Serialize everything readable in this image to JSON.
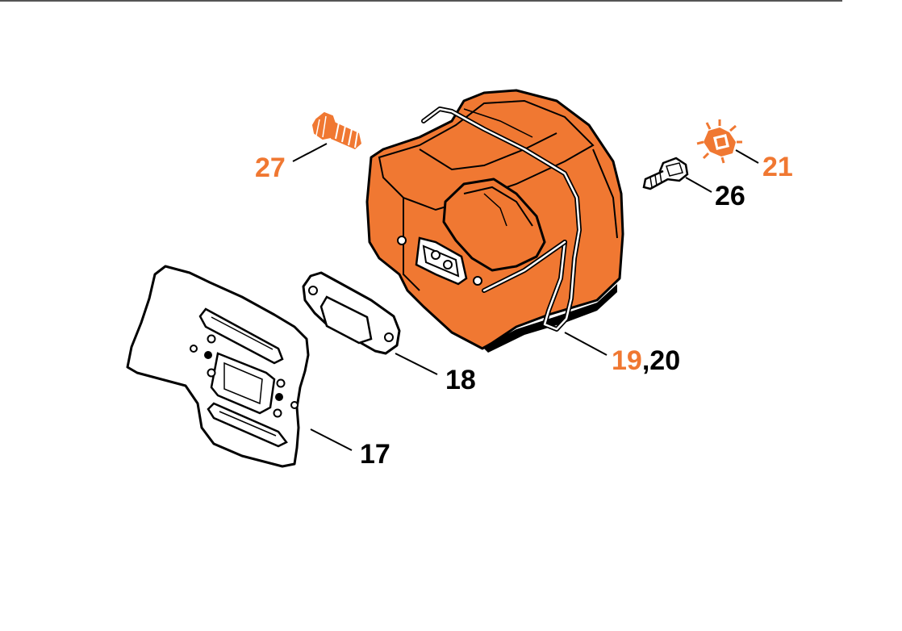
{
  "colors": {
    "highlight": "#F07832",
    "outline": "#000000",
    "part_fill": "#F07832",
    "plain_part_fill": "#ffffff"
  },
  "callouts": {
    "part_27": "27",
    "part_21": "21",
    "part_26": "26",
    "part_19": "19",
    "separator": ",",
    "part_20": "20",
    "part_18": "18",
    "part_17": "17"
  }
}
